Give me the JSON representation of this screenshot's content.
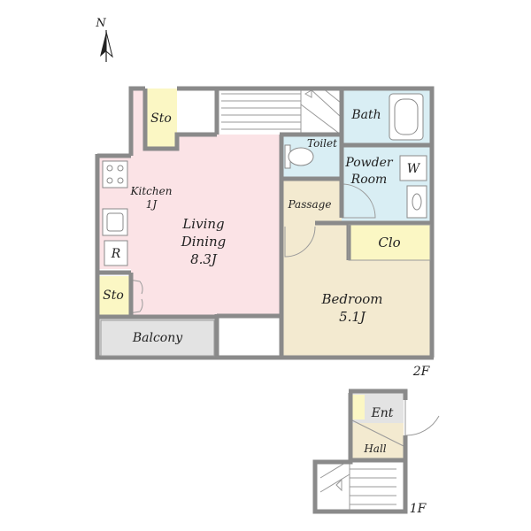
{
  "compass": {
    "label": "N"
  },
  "colors": {
    "living": "#fbe3e6",
    "wet": "#d9eef4",
    "bedroom": "#f3ead0",
    "storage": "#fbf7c4",
    "balcony": "#e3e3e3",
    "wall": "#8a8a8a"
  },
  "rooms": {
    "sto_top": "Sto",
    "bath": "Bath",
    "toilet": "Toilet",
    "powder": [
      "Powder",
      "Room"
    ],
    "washer": "W",
    "kitchen": [
      "Kitchen",
      "1J"
    ],
    "living": [
      "Living",
      "Dining",
      "8.3J"
    ],
    "fridge": "R",
    "passage": "Passage",
    "closet": "Clo",
    "sto_bottom": "Sto",
    "bedroom": [
      "Bedroom",
      "5.1J"
    ],
    "balcony": "Balcony",
    "entrance": "Ent",
    "hall": "Hall"
  },
  "floors": {
    "second": "2F",
    "first": "1F"
  }
}
